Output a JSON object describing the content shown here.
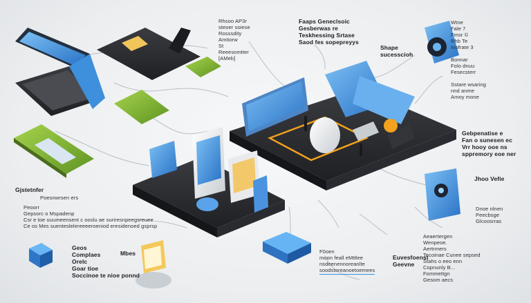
{
  "labels": {
    "top_center_left": "Rhsoo AP3r\nsteoer soiese\nRosssdity\nAmtiorw\nSt\nReeesomtter\n[AMeb]",
    "top_center": "Faaps Geneclsoic\nGesberwas re\nTeskhessing Srtase\nSaod fes sopepreyys",
    "top_right_a": "Shape\nsucesscioh",
    "top_right_b": "Wtne\nFale 7\nFmsr ©\nRhb Te\nIoofrate 3\n\nBonnar\nFolo dnuu\nFesecsterr\n\nSstare wsaring\nnnd anme\nAmoy mone",
    "right_a": "Gebpenatise e\nFan o sunesen ec\nVrr hooy ooe ns\nsppremory eoe ner",
    "right_b": "Jhoo Vefie",
    "right_c": "Dnoe nlnen\nPeecbsge\nGlcoosrras",
    "right_d": "Aeaertergen\nWenpeoe.\nAertrmers\nTecoinae Cunee sepsed\nStahs o eeo enn\nCopnunly B...\nFommettgn\nGesom aecs",
    "left_a": "Gjstetnfer",
    "left_b": "Poesnwrsen ers",
    "left_c": "Peoorr\nGepsorc o Mspadenp\nCsr e toe uuumeensent c ooslu ae suriresnpeegsreuee\nCe os Mes suenteslelereeeeroeniod eresidenoed gsprsp",
    "bottom_left": "Geos\nComplaes\nOrelc\nGoar tioe\nSoccinoe te nioe ponnd",
    "bottom_left_b": "Mbes",
    "bottom_center": "F0oen\nmoon feall eMttlee\nnsdeenennoreanlte\nsoodstoreanoetoemees",
    "bottom_center_b": "Euvesfoenst\nGeevne"
  },
  "colors": {
    "platform_dark": "#2c2d31",
    "screen_blue": "#3f90dd",
    "accent_green": "#86b935",
    "accent_orange": "#f2a21e",
    "label_text": "#2d2f33",
    "wire": "#b9bec4"
  }
}
